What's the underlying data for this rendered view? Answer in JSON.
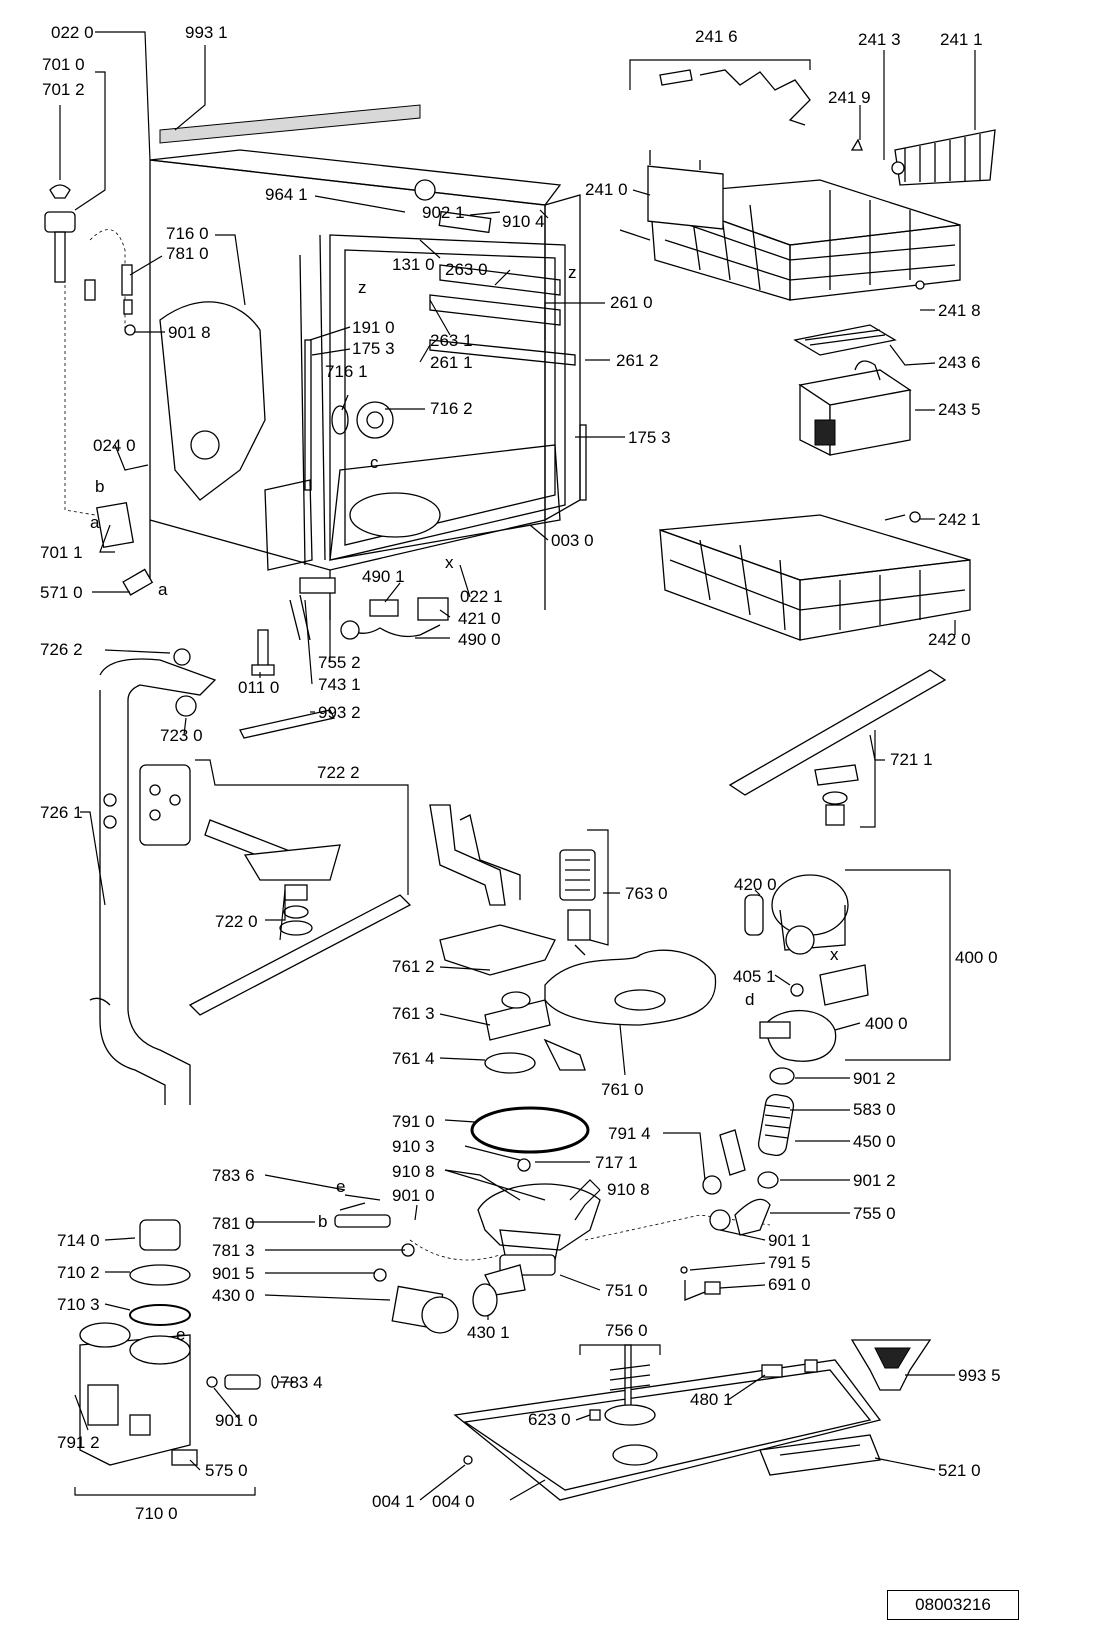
{
  "diagram_code": "08003216",
  "callouts": [
    {
      "id": "c-0220",
      "text": "022 0"
    },
    {
      "id": "c-9931",
      "text": "993 1"
    },
    {
      "id": "c-7010",
      "text": "701 0"
    },
    {
      "id": "c-7012",
      "text": "701 2"
    },
    {
      "id": "c-2416",
      "text": "241 6"
    },
    {
      "id": "c-2413",
      "text": "241 3"
    },
    {
      "id": "c-2411",
      "text": "241 1"
    },
    {
      "id": "c-2419",
      "text": "241 9"
    },
    {
      "id": "c-9641",
      "text": "964 1"
    },
    {
      "id": "c-9021",
      "text": "902 1"
    },
    {
      "id": "c-2410",
      "text": "241 0"
    },
    {
      "id": "c-7160",
      "text": "716 0"
    },
    {
      "id": "c-7810a",
      "text": "781 0"
    },
    {
      "id": "c-9104",
      "text": "910 4"
    },
    {
      "id": "c-1310",
      "text": "131 0"
    },
    {
      "id": "c-2630",
      "text": "263 0"
    },
    {
      "id": "c-2610",
      "text": "261 0"
    },
    {
      "id": "c-2418",
      "text": "241 8"
    },
    {
      "id": "c-9018",
      "text": "901 8"
    },
    {
      "id": "c-1910",
      "text": "191 0"
    },
    {
      "id": "c-2631",
      "text": "263 1"
    },
    {
      "id": "c-1753a",
      "text": "175 3"
    },
    {
      "id": "c-2611",
      "text": "261 1"
    },
    {
      "id": "c-2612",
      "text": "261 2"
    },
    {
      "id": "c-2436",
      "text": "243 6"
    },
    {
      "id": "c-7161",
      "text": "716 1"
    },
    {
      "id": "c-7162",
      "text": "716 2"
    },
    {
      "id": "c-2435",
      "text": "243 5"
    },
    {
      "id": "c-1753b",
      "text": "175 3"
    },
    {
      "id": "c-0240",
      "text": "024 0"
    },
    {
      "id": "c-2421",
      "text": "242 1"
    },
    {
      "id": "c-0030",
      "text": "003 0"
    },
    {
      "id": "c-7011",
      "text": "701 1"
    },
    {
      "id": "c-4901",
      "text": "490 1"
    },
    {
      "id": "c-5710",
      "text": "571 0"
    },
    {
      "id": "c-0221",
      "text": "022 1"
    },
    {
      "id": "c-4211",
      "text": "421 0"
    },
    {
      "id": "c-4900",
      "text": "490 0"
    },
    {
      "id": "c-2420",
      "text": "242 0"
    },
    {
      "id": "c-7262",
      "text": "726 2"
    },
    {
      "id": "c-7552",
      "text": "755 2"
    },
    {
      "id": "c-0110",
      "text": "011 0"
    },
    {
      "id": "c-7431",
      "text": "743 1"
    },
    {
      "id": "c-9932",
      "text": "993 2"
    },
    {
      "id": "c-7230",
      "text": "723 0"
    },
    {
      "id": "c-7211",
      "text": "721 1"
    },
    {
      "id": "c-7222",
      "text": "722 2"
    },
    {
      "id": "c-7261",
      "text": "726 1"
    },
    {
      "id": "c-7630",
      "text": "763 0"
    },
    {
      "id": "c-4200",
      "text": "420 0"
    },
    {
      "id": "c-7220",
      "text": "722 0"
    },
    {
      "id": "c-7612",
      "text": "761 2"
    },
    {
      "id": "c-4051",
      "text": "405 1"
    },
    {
      "id": "c-4000a",
      "text": "400 0"
    },
    {
      "id": "c-7613",
      "text": "761 3"
    },
    {
      "id": "c-4000b",
      "text": "400 0"
    },
    {
      "id": "c-7614",
      "text": "761 4"
    },
    {
      "id": "c-7610",
      "text": "761 0"
    },
    {
      "id": "c-9012a",
      "text": "901 2"
    },
    {
      "id": "c-7910",
      "text": "791 0"
    },
    {
      "id": "c-5830",
      "text": "583 0"
    },
    {
      "id": "c-7914",
      "text": "791 4"
    },
    {
      "id": "c-4500",
      "text": "450 0"
    },
    {
      "id": "c-9103",
      "text": "910 3"
    },
    {
      "id": "c-7171",
      "text": "717 1"
    },
    {
      "id": "c-7836",
      "text": "783 6"
    },
    {
      "id": "c-9108a",
      "text": "910 8"
    },
    {
      "id": "c-9108b",
      "text": "910 8"
    },
    {
      "id": "c-9012b",
      "text": "901 2"
    },
    {
      "id": "c-9010a",
      "text": "901 0"
    },
    {
      "id": "c-7550",
      "text": "755 0"
    },
    {
      "id": "c-7140",
      "text": "714 0"
    },
    {
      "id": "c-7810b",
      "text": "781 0"
    },
    {
      "id": "c-9011",
      "text": "901 1"
    },
    {
      "id": "c-7813",
      "text": "781 3"
    },
    {
      "id": "c-7102",
      "text": "710 2"
    },
    {
      "id": "c-9015",
      "text": "901 5"
    },
    {
      "id": "c-7915",
      "text": "791 5"
    },
    {
      "id": "c-4300",
      "text": "430 0"
    },
    {
      "id": "c-7510",
      "text": "751 0"
    },
    {
      "id": "c-6910",
      "text": "691 0"
    },
    {
      "id": "c-7103",
      "text": "710 3"
    },
    {
      "id": "c-4301",
      "text": "430 1"
    },
    {
      "id": "c-7560",
      "text": "756 0"
    },
    {
      "id": "c-7834",
      "text": "783 4"
    },
    {
      "id": "c-6230",
      "text": "623 0"
    },
    {
      "id": "c-4801",
      "text": "480 1"
    },
    {
      "id": "c-9935",
      "text": "993 5"
    },
    {
      "id": "c-9010b",
      "text": "901 0"
    },
    {
      "id": "c-7912",
      "text": "791 2"
    },
    {
      "id": "c-5750",
      "text": "575 0"
    },
    {
      "id": "c-5210",
      "text": "521 0"
    },
    {
      "id": "c-0041",
      "text": "004 1"
    },
    {
      "id": "c-0040",
      "text": "004 0"
    },
    {
      "id": "c-7100",
      "text": "710 0"
    }
  ],
  "markers": {
    "a": "a",
    "b": "b",
    "c": "c",
    "d": "d",
    "e": "e",
    "x": "x",
    "z": "z"
  }
}
